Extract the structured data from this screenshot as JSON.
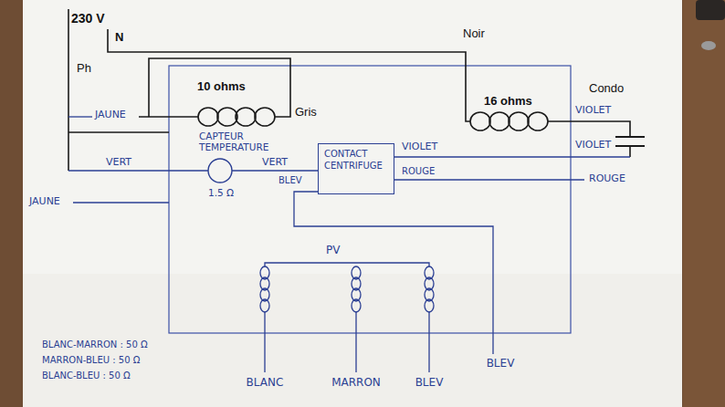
{
  "diagram": {
    "nodes": [
      {
        "text": [
          "CAPTEUR TEMPERATURE",
          "1.5 Ω"
        ]
      },
      {
        "text": [
          "CONTACT CENTRIFUGE"
        ]
      }
    ],
    "edges": [
      {
        "from": 0,
        "to": 1,
        "arrow": "none",
        "label": "VERT"
      }
    ],
    "labels": [
      "230 V",
      "N",
      "Ph",
      "Noir",
      "10 ohms",
      "Gris",
      "16 ohms",
      "Condo",
      "JAUNE",
      "VIOLET",
      "VIOLET",
      "VIOLET",
      "VERT",
      "BLEV",
      "ROUGE",
      "ROUGE",
      "JAUNE",
      "PV",
      "BLANC",
      "MARRON",
      "BLEV",
      "BLEV",
      "BLANC-MARRON : 50 Ω",
      "MARRON-BLEU : 50 Ω",
      "BLANC-BLEU : 50 Ω"
    ]
  }
}
